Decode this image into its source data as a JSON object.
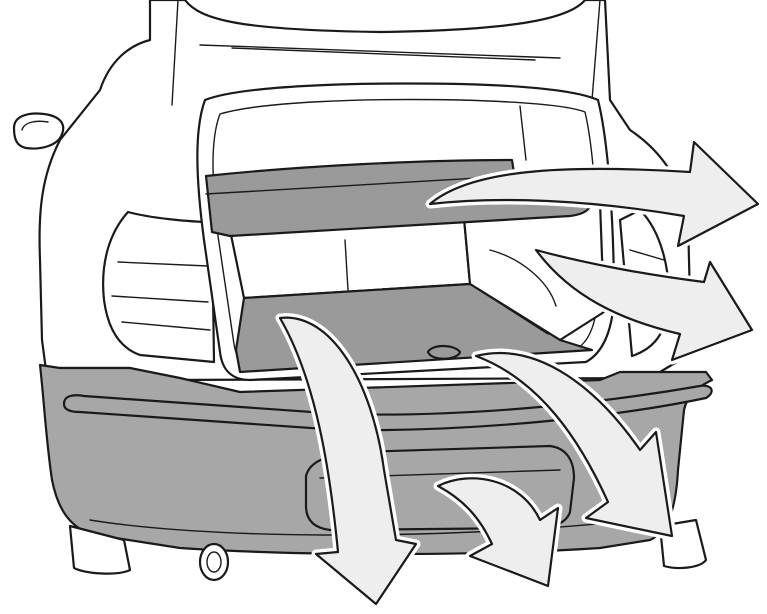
{
  "figure": {
    "colors": {
      "background": "#ffffff",
      "body_white": "#ffffff",
      "bumper_grey": "#a7a7a7",
      "cargo_grey": "#9a9a9a",
      "arrow_fill": "#eeeeee",
      "outline": "#1a1a1a"
    },
    "arrows": [
      {
        "name": "arrow-out-upper-right"
      },
      {
        "name": "arrow-out-middle-right"
      },
      {
        "name": "arrow-down-left"
      },
      {
        "name": "arrow-down-center"
      },
      {
        "name": "arrow-down-right"
      }
    ]
  }
}
